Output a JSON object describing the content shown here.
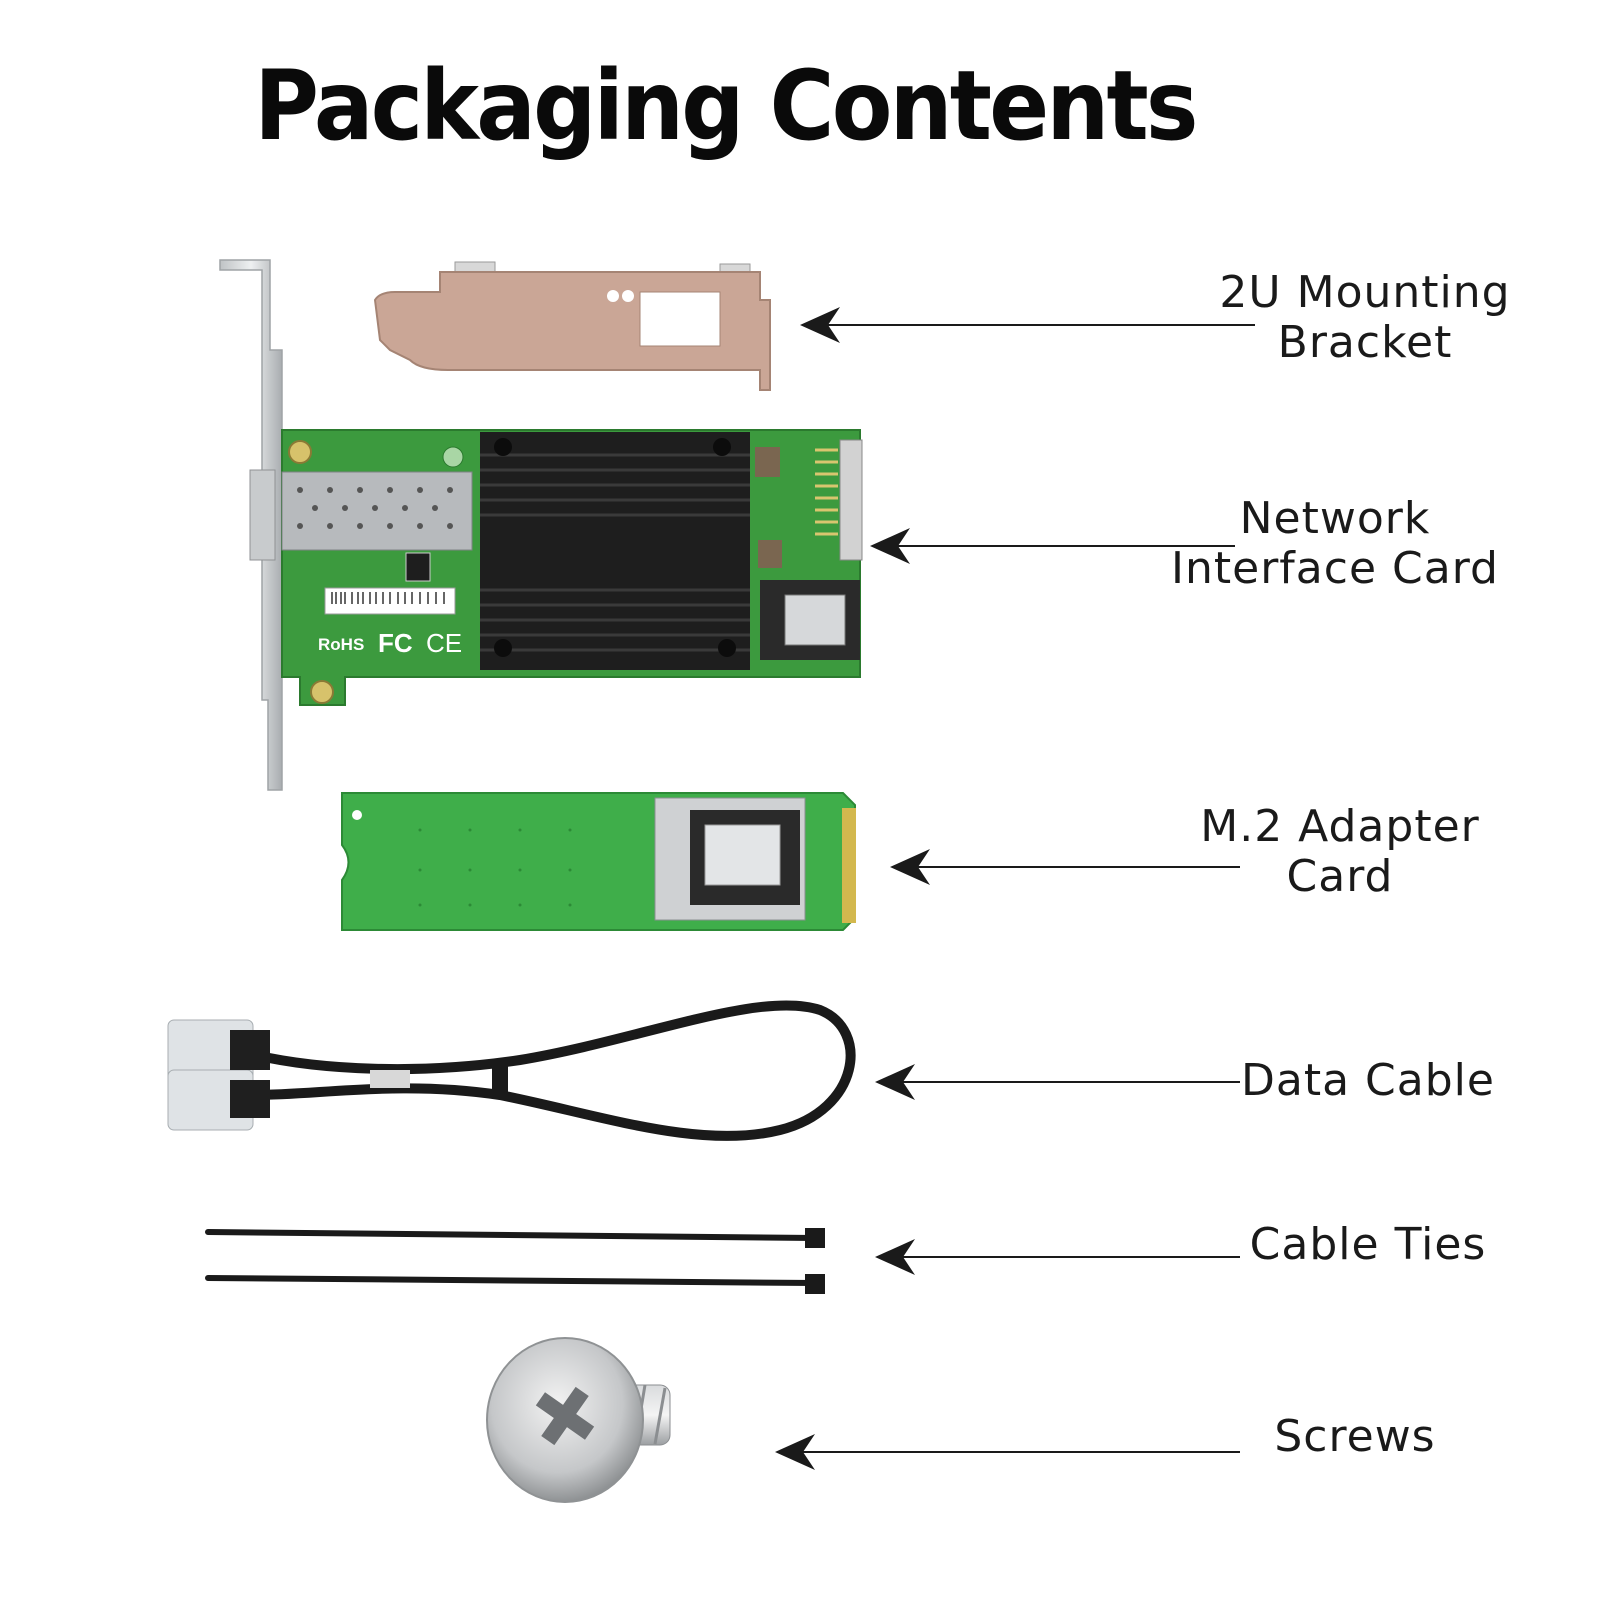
{
  "title": "Packaging Contents",
  "items": [
    {
      "line1": "2U Mounting",
      "line2": "Bracket"
    },
    {
      "line1": "Network",
      "line2": "Interface Card"
    },
    {
      "line1": "M.2 Adapter",
      "line2": "Card"
    },
    {
      "line1": "Data Cable",
      "line2": ""
    },
    {
      "line1": "Cable Ties",
      "line2": ""
    },
    {
      "line1": "Screws",
      "line2": ""
    }
  ],
  "nic_markings": {
    "rohs": "RoHS",
    "fc": "FC",
    "ce": "CE"
  }
}
